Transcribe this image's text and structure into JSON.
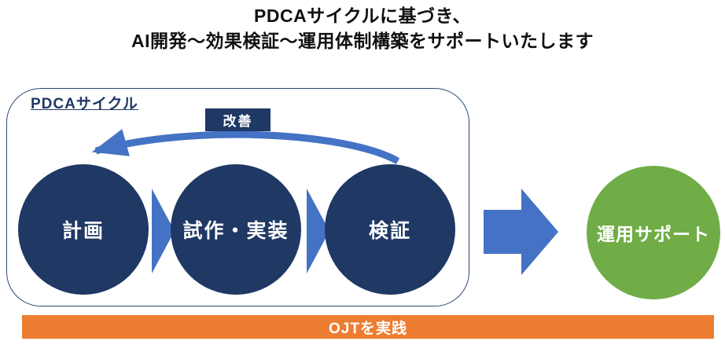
{
  "title": {
    "line1": "PDCAサイクルに基づき、",
    "line2": "AI開発～効果検証～運用体制構築をサポートいたします"
  },
  "pdca": {
    "label": "PDCAサイクル",
    "feedback_label": "改善",
    "steps": [
      {
        "label": "計画"
      },
      {
        "label": "試作・実装"
      },
      {
        "label": "検証"
      }
    ]
  },
  "outcome": {
    "label": "運用サポート"
  },
  "bottom_bar": {
    "label": "OJTを実践"
  },
  "colors": {
    "navy": "#1F3864",
    "accent_blue": "#4472C4",
    "green": "#70AD47",
    "orange": "#ED7D31",
    "title_text": "#111111",
    "white": "#FFFFFF"
  }
}
